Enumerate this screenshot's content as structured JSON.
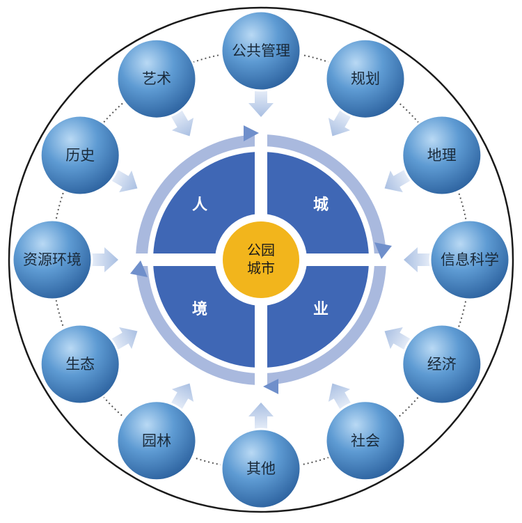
{
  "center": {
    "line1": "公园",
    "line2": "城市"
  },
  "quadrants": [
    "人",
    "城",
    "业",
    "境"
  ],
  "disciplines": [
    "公共管理",
    "规划",
    "地理",
    "信息科学",
    "经济",
    "社会",
    "其他",
    "园林",
    "生态",
    "资源环境",
    "历史",
    "艺术"
  ],
  "colors": {
    "quadrant": "#3f67b5",
    "quadrant_ring": "#a9b9de",
    "center": "#f2b51c",
    "node_light": "#9cc6ea",
    "node_dark": "#2a6cae",
    "inward_arrow": "#b7c9e6",
    "outer_ring": "#1a1a1a"
  }
}
